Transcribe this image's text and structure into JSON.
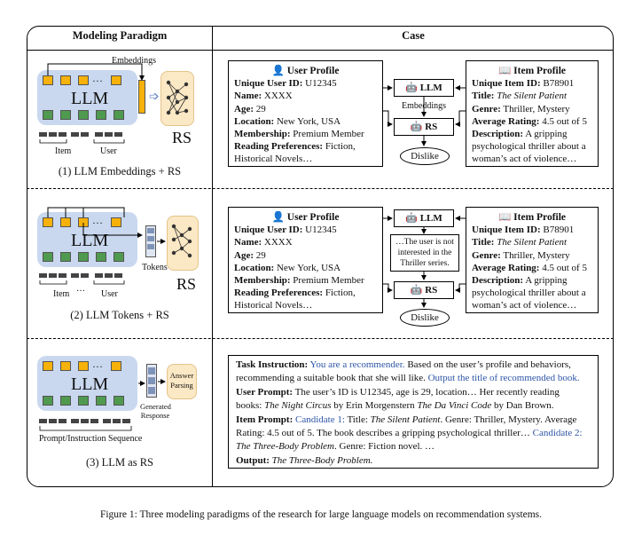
{
  "headers": {
    "left": "Modeling Paradigm",
    "right": "Case"
  },
  "panel1": {
    "embeddings_label": "Embeddings",
    "llm_label": "LLM",
    "rs_label": "RS",
    "item_label": "Item",
    "user_label": "User",
    "dots": "…",
    "caption": "(1) LLM Embeddings + RS"
  },
  "panel2": {
    "llm_label": "LLM",
    "rs_label": "RS",
    "tokens_label": "Tokens",
    "item_label": "Item",
    "user_label": "User",
    "dots": "…",
    "caption": "(2) LLM Tokens + RS"
  },
  "panel3": {
    "llm_label": "LLM",
    "generated_label_1": "Generated",
    "generated_label_2": "Response",
    "answer_parsing_1": "Answer",
    "answer_parsing_2": "Parsing",
    "sequence_label": "Prompt/Instruction Sequence",
    "dots": "…",
    "caption": "(3) LLM as RS"
  },
  "user_profile": {
    "title": "User Profile",
    "id_label": "Unique User ID:",
    "id_value": " U12345",
    "name_label": "Name:",
    "name_value": " XXXX",
    "age_label": "Age:",
    "age_value": " 29",
    "location_label": "Location:",
    "location_value": " New York, USA",
    "membership_label": "Membership:",
    "membership_value": " Premium Member",
    "pref_label": "Reading Preferences:",
    "pref_value": " Fiction,",
    "pref_value_2": "Historical Novels…"
  },
  "item_profile": {
    "title": "Item Profile",
    "id_label": "Unique Item ID:",
    "id_value": " B78901",
    "title_label": "Title:",
    "title_value": "The Silent Patient",
    "genre_label": "Genre:",
    "genre_value": " Thriller, Mystery",
    "rating_label": "Average Rating:",
    "rating_value": " 4.5 out of 5",
    "desc_label": "Description:",
    "desc_value": " A gripping",
    "desc_value_2": "psychological thriller about a",
    "desc_value_3": "woman’s act of violence…"
  },
  "flow1": {
    "llm": "LLM",
    "embeddings": "Embeddings",
    "rs": "RS",
    "result": "Dislike"
  },
  "flow2": {
    "llm": "LLM",
    "note_1": "…The user is not",
    "note_2": "interested in the",
    "note_3": "Thriller series.",
    "rs": "RS",
    "result": "Dislike"
  },
  "case3": {
    "task_label": "Task Instruction:",
    "task_blue_1": " You are a recommender.",
    "task_text_1": " Based on the user’s profile and behaviors,",
    "task_text_2": "recommending a suitable book that she will like.",
    "task_blue_2": " Output the title of recommended book.",
    "user_label": "User Prompt:",
    "user_text_1": " The user’s ID is U12345, age is 29, location… Her recently reading",
    "user_text_2a": "books: ",
    "user_book_1": "The Night Circus",
    "user_text_2b": " by Erin Morgenstern ",
    "user_book_2": "The Da Vinci Code",
    "user_text_2c": " by Dan Brown.",
    "item_label": "Item Prompt:",
    "cand1": " Candidate 1:",
    "item_text_1a": " Title: ",
    "item_book_1": "The Silent Patient",
    "item_text_1b": ". Genre: Thriller, Mystery. Average",
    "item_text_2a": "Rating: 4.5 out of 5. The book describes a gripping psychological thriller…",
    "cand2": " Candidate 2:",
    "item_book_2": "The Three-Body Problem",
    "item_text_3b": ". Genre: Fiction novel. …",
    "output_label": "Output:",
    "output_value": " The Three-Body Problem."
  },
  "figure_caption": "Figure 1: Three modeling paradigms of the research for large language models on recommendation systems."
}
